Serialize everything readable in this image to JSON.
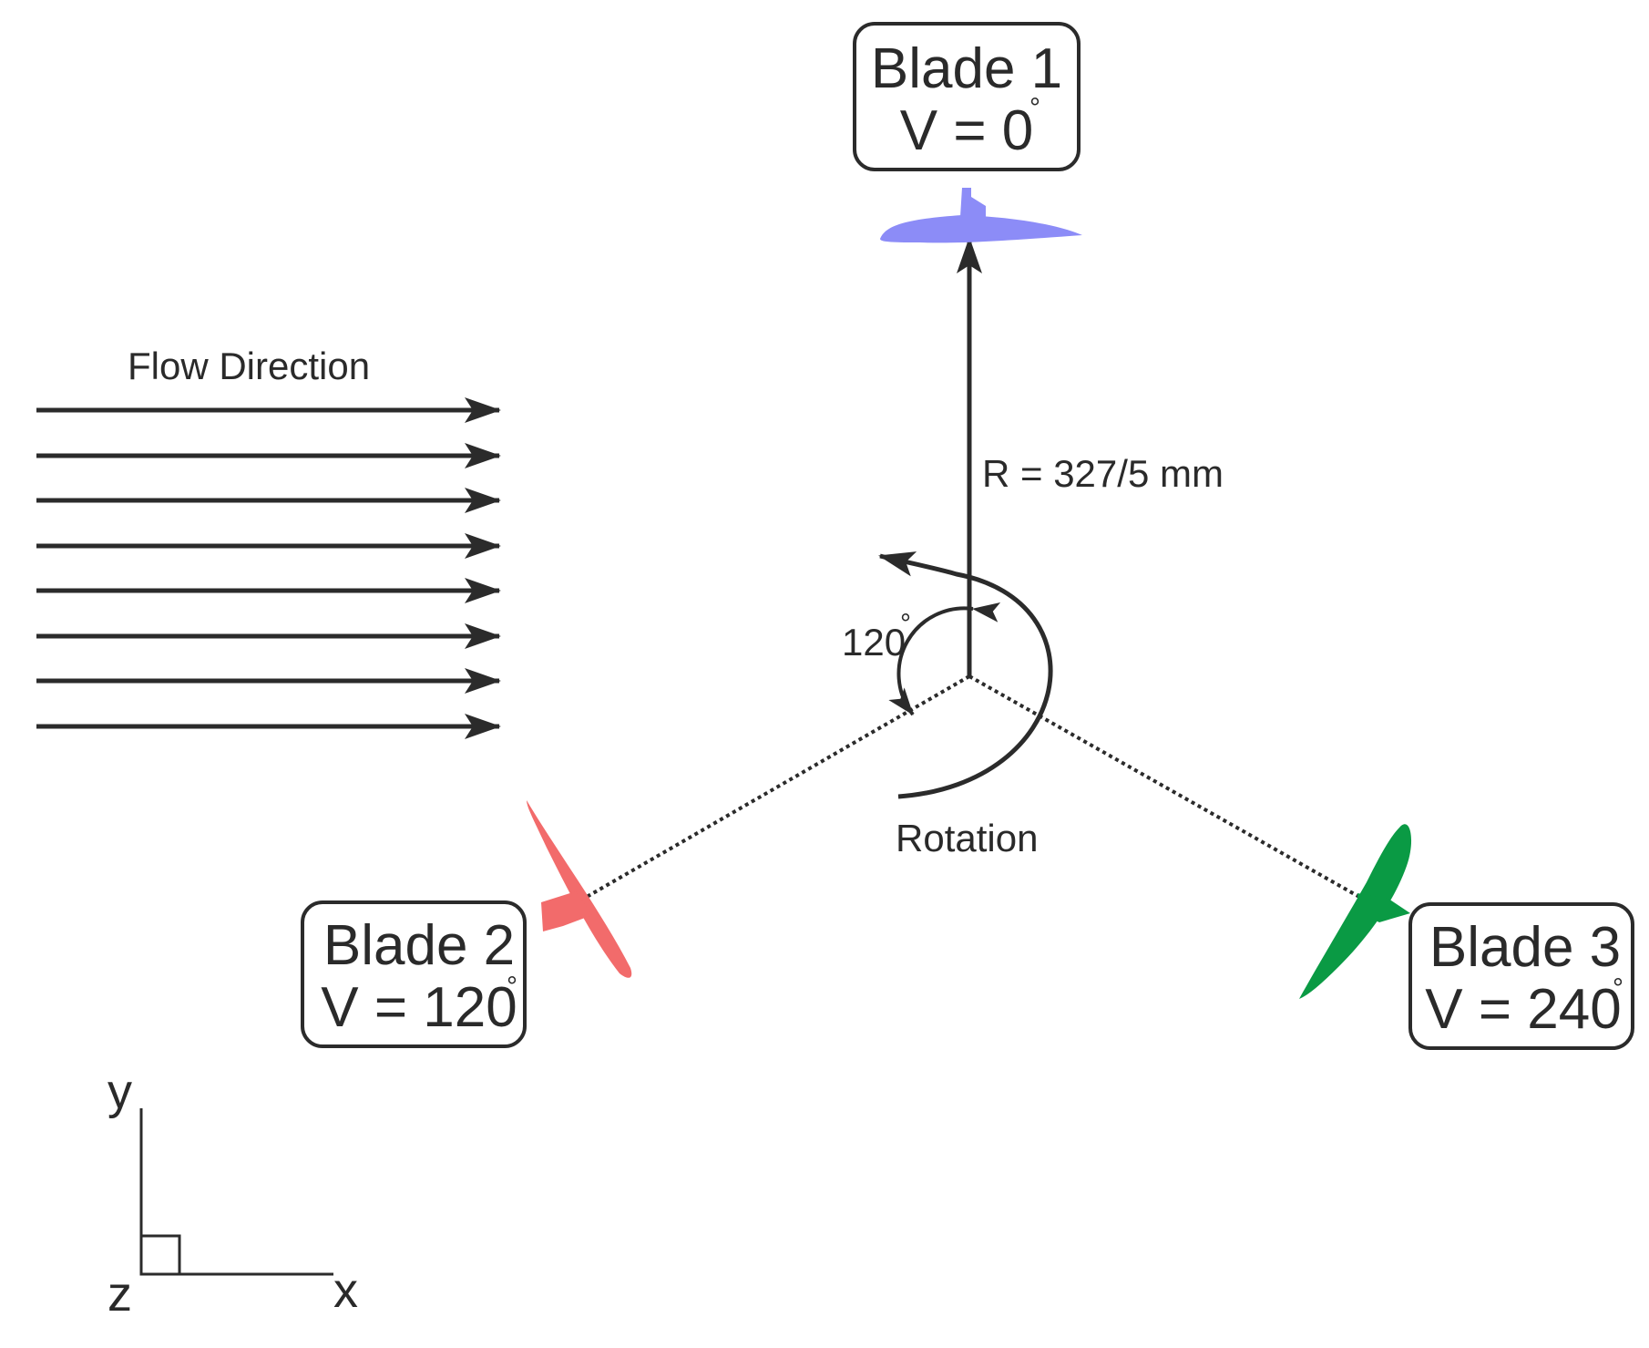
{
  "flow": {
    "label": "Flow Direction",
    "arrow_count": 8
  },
  "radius_label": "R = 327/5 mm",
  "angle_label": "120",
  "degree_symbol": "°",
  "rotation_label": "Rotation",
  "blades": [
    {
      "id": "blade-1",
      "name": "Blade 1",
      "angle_text": "V = 0",
      "color": "#8C8CF7"
    },
    {
      "id": "blade-2",
      "name": "Blade 2",
      "angle_text": "V = 120",
      "color": "#F26B6B"
    },
    {
      "id": "blade-3",
      "name": "Blade 3",
      "angle_text": "V = 240",
      "color": "#0A9A44"
    }
  ],
  "axes": {
    "x_label": "x",
    "y_label": "y",
    "z_label": "z"
  },
  "colors": {
    "ink": "#2b2b2b"
  }
}
